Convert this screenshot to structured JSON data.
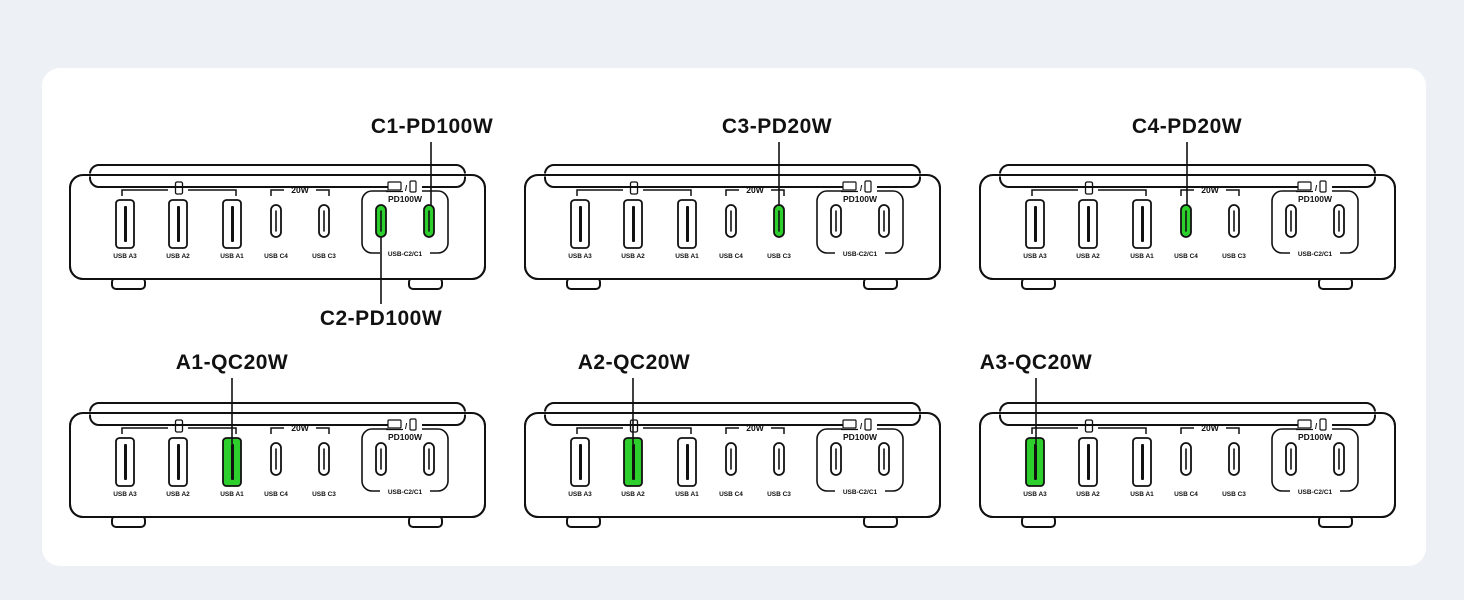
{
  "colors": {
    "background": "#edf1f5",
    "card": "#ffffff",
    "line": "#111111",
    "active": "#2ccf2c"
  },
  "icons": {
    "phone": "phone-icon",
    "laptop_phone": "laptop-phone-icon"
  },
  "panel_text": {
    "group_20w": "20W",
    "group_pd": "PD100W",
    "group_pd_caption": "USB-C2/C1",
    "port_labels": [
      "USB A3",
      "USB A2",
      "USB A1",
      "USB C4",
      "USB C3"
    ],
    "separator": "/"
  },
  "panels": [
    {
      "callouts": [
        "C1-PD100W",
        "C2-PD100W"
      ],
      "active_ports": [
        "C1",
        "C2"
      ]
    },
    {
      "callouts": [
        "C3-PD20W"
      ],
      "active_ports": [
        "C3"
      ]
    },
    {
      "callouts": [
        "C4-PD20W"
      ],
      "active_ports": [
        "C4"
      ]
    },
    {
      "callouts": [
        "A1-QC20W"
      ],
      "active_ports": [
        "A1"
      ]
    },
    {
      "callouts": [
        "A2-QC20W"
      ],
      "active_ports": [
        "A2"
      ]
    },
    {
      "callouts": [
        "A3-QC20W"
      ],
      "active_ports": [
        "A3"
      ]
    }
  ]
}
